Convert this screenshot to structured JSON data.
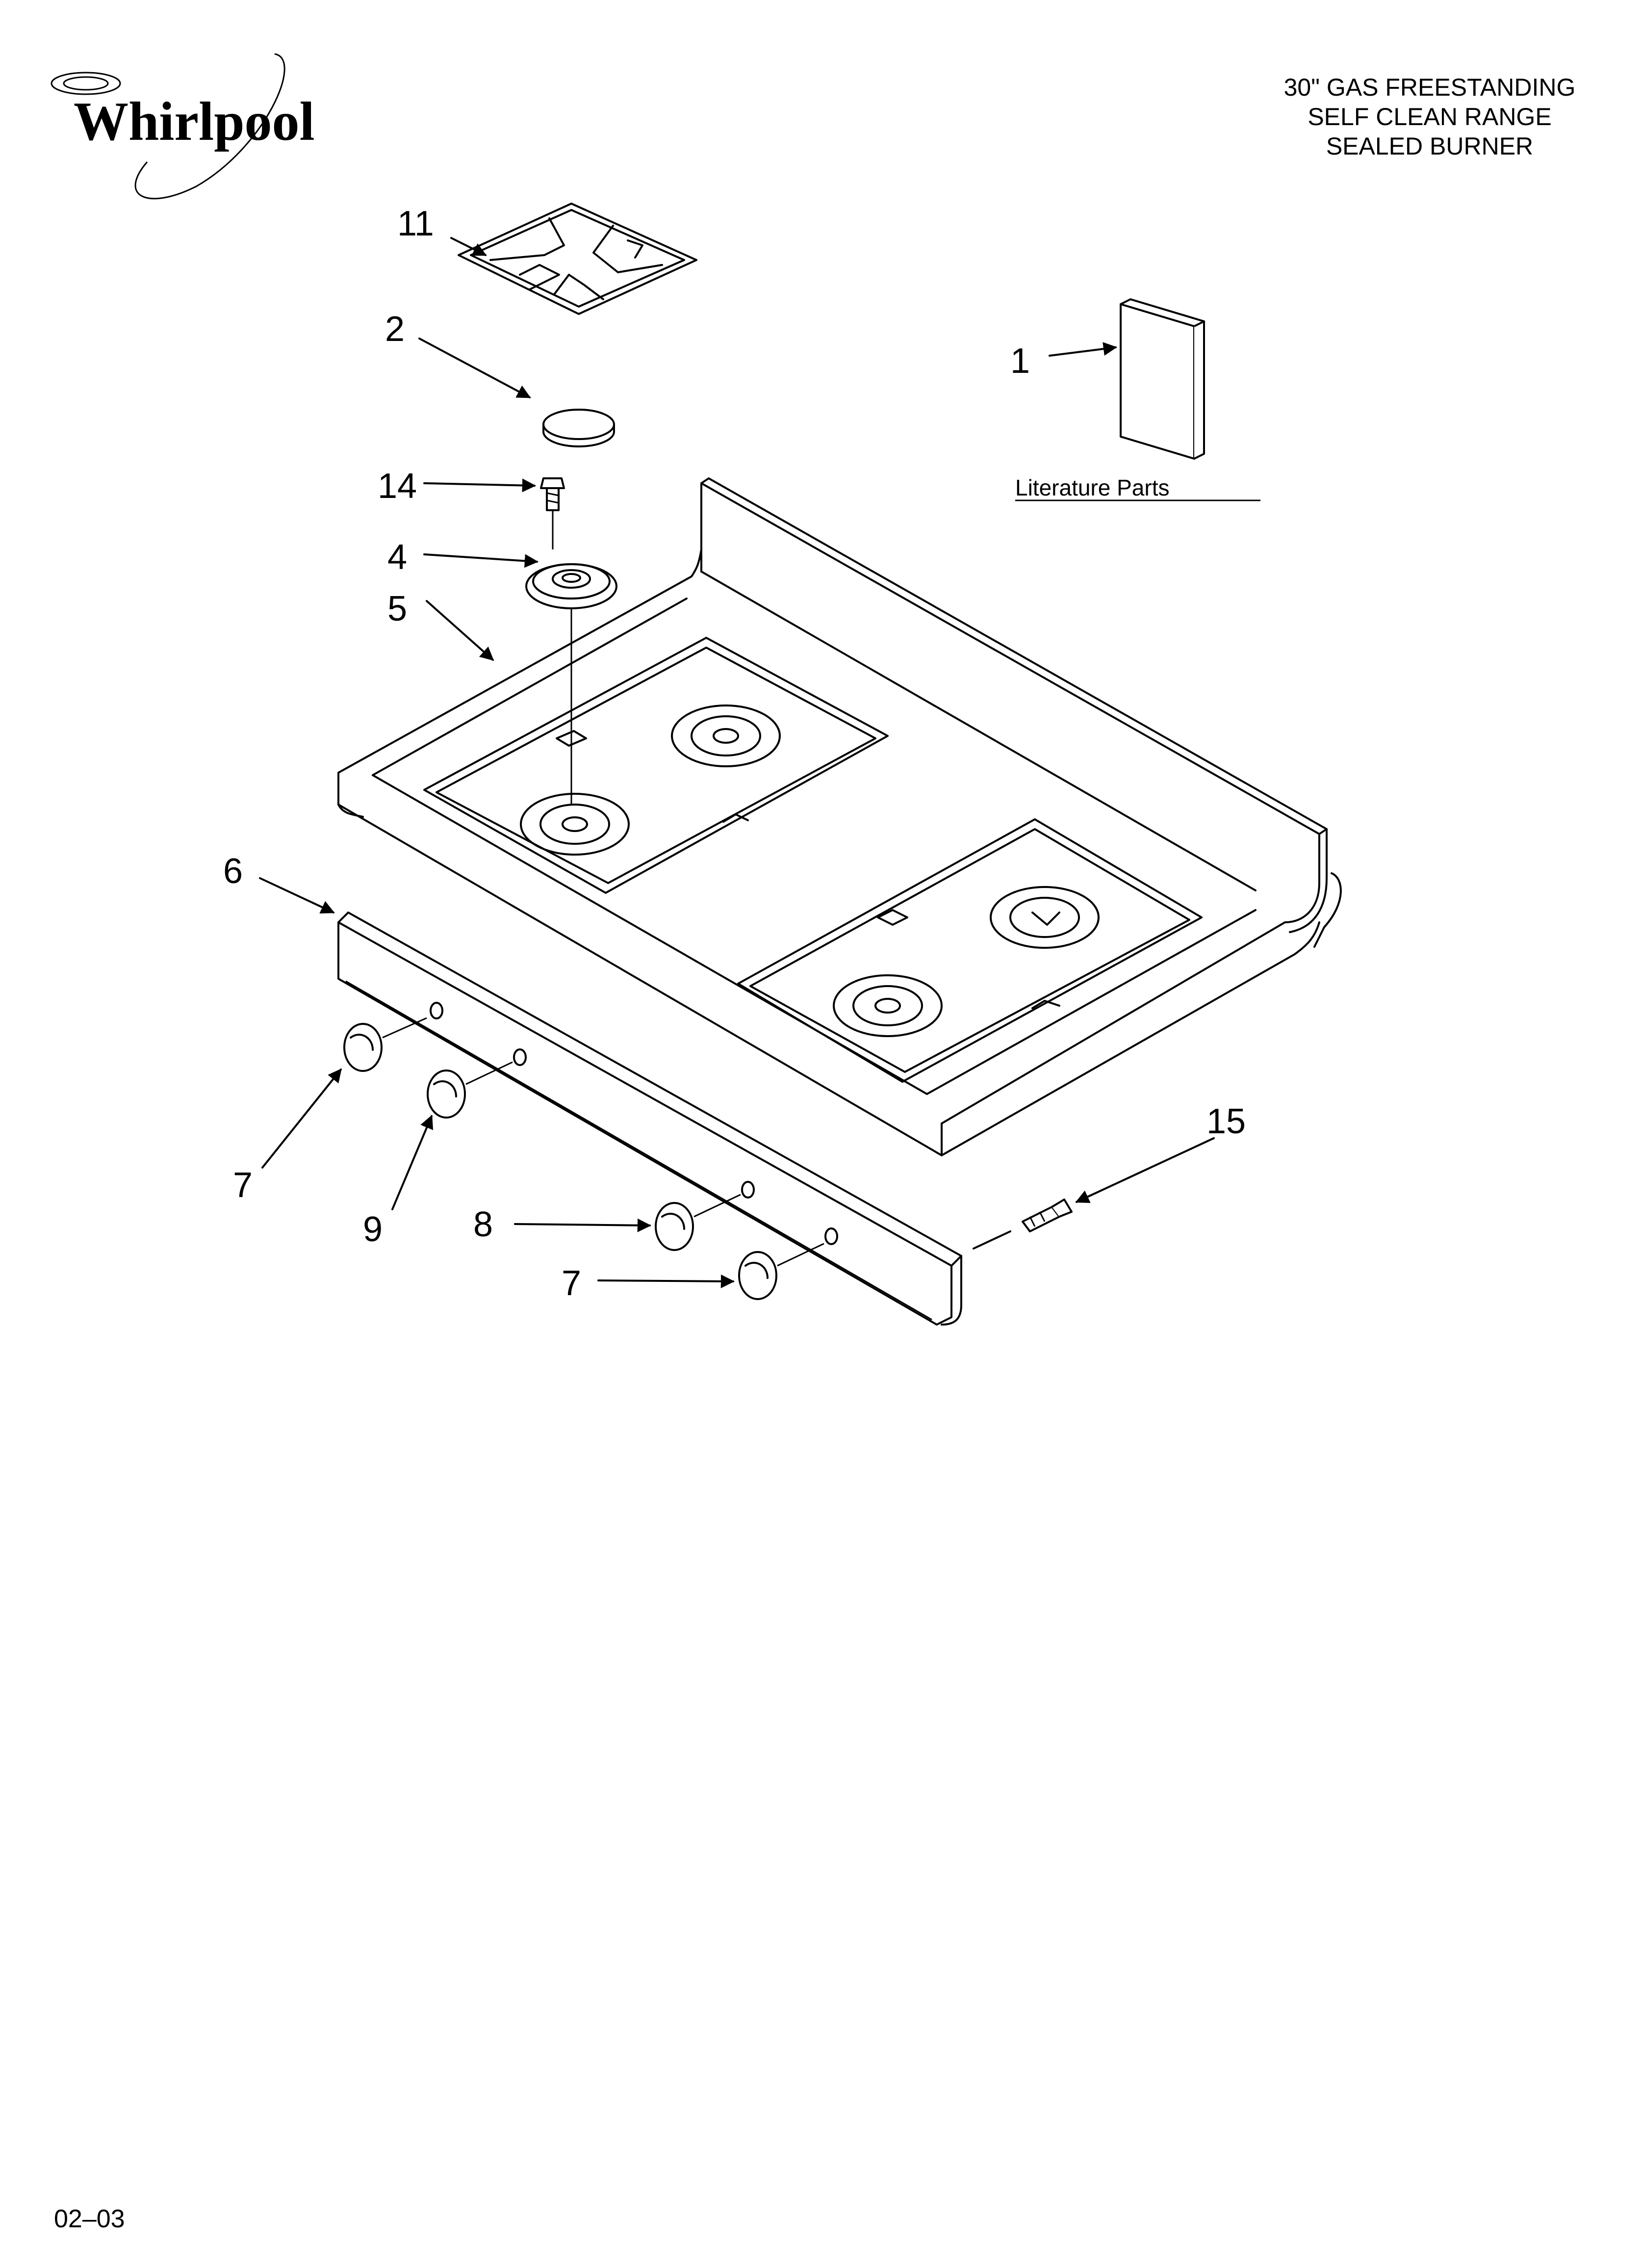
{
  "brand": {
    "name": "Whirlpool"
  },
  "title": {
    "lines": [
      "30\" GAS FREESTANDING",
      "SELF CLEAN RANGE",
      "SEALED BURNER"
    ]
  },
  "literature": {
    "label": "Literature Parts"
  },
  "footer": {
    "code": "02–03"
  },
  "callouts": {
    "c11": "11",
    "c2": "2",
    "c14": "14",
    "c4": "4",
    "c5": "5",
    "c1": "1",
    "c6": "6",
    "c7a": "7",
    "c9": "9",
    "c8": "8",
    "c7b": "7",
    "c15": "15"
  }
}
